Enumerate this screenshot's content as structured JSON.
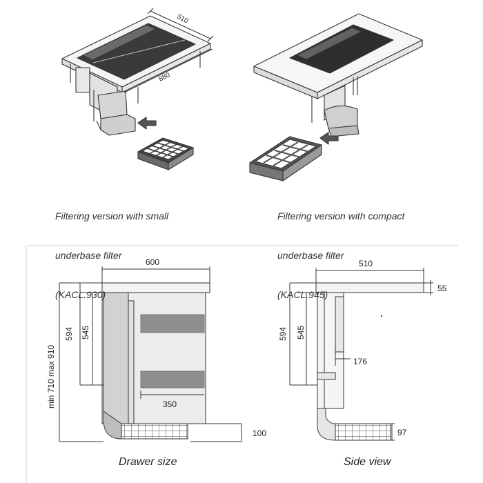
{
  "top_left": {
    "dims": {
      "depth": "510",
      "width": "880"
    },
    "caption": [
      "Filtering version with small",
      "underbase filter",
      "(KACL.930)"
    ]
  },
  "top_right": {
    "caption": [
      "Filtering version with compact",
      "underbase filter",
      "(KACL.945)"
    ]
  },
  "drawer": {
    "width": "600",
    "height_594": "594",
    "height_545": "545",
    "min_max": "min 710   max 910",
    "inner_width": "350",
    "bottom": "100",
    "title": "Drawer size"
  },
  "side": {
    "width": "510",
    "top_thickness": "55",
    "height_594": "594",
    "height_545": "545",
    "offset": "176",
    "filter_height": "97",
    "title": "Side view"
  },
  "colors": {
    "line": "#333333",
    "fill_light": "#f2f2f2",
    "fill_mid": "#d4d4d4",
    "fill_dark": "#9a9a9a"
  }
}
